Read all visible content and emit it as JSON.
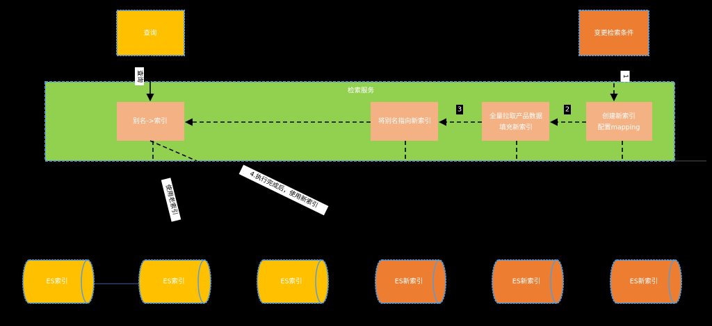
{
  "colors": {
    "background": "#000000",
    "query_fill": "#FFC000",
    "change_fill": "#ED7D31",
    "service_fill": "#92D050",
    "step_fill": "#F4B183",
    "outline": "#5B9BD5"
  },
  "nodes": {
    "query": {
      "label": "查询"
    },
    "change_criteria": {
      "label": "变更检索条件"
    }
  },
  "service": {
    "title": "检索服务",
    "alias_index": {
      "label": "别名->索引"
    },
    "point_alias": {
      "label": "将别名指向新索引"
    },
    "fill_index": {
      "lines": [
        "全量拉取产品数据",
        "填充新索引"
      ]
    },
    "create_index": {
      "lines": [
        "创建新索引",
        "配置mapping"
      ]
    }
  },
  "edge_labels": {
    "query": "查询",
    "step1": "1",
    "step2": "2",
    "step3": "3",
    "use_old": "使用老索引",
    "step4": "4.执行完成后，使用新索引"
  },
  "storage": [
    {
      "label": "ES索引",
      "color": "#FFC000"
    },
    {
      "label": "ES索引",
      "color": "#FFC000"
    },
    {
      "label": "ES索引",
      "color": "#FFC000"
    },
    {
      "label": "ES新索引",
      "color": "#ED7D31"
    },
    {
      "label": "ES新索引",
      "color": "#ED7D31"
    },
    {
      "label": "ES新索引",
      "color": "#ED7D31"
    }
  ]
}
